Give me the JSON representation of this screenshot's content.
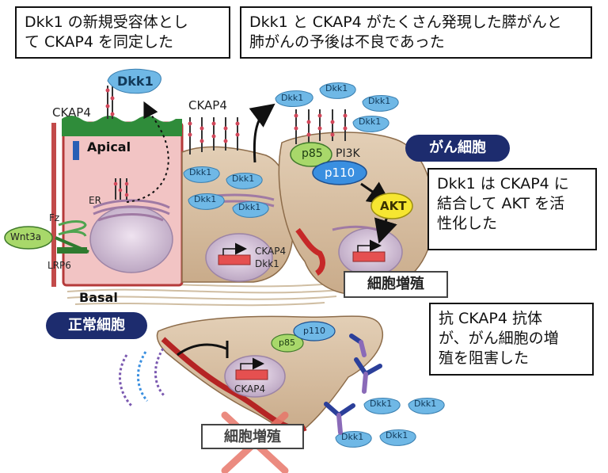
{
  "callouts": {
    "top_left": "Dkk1 の新規受容体とし\nて CKAP4 を同定した",
    "top_right": "Dkk1 と CKAP4 がたくさん発現した膵がんと\n肺がんの予後は不良であった",
    "mid_right": "Dkk1 は CKAP4 に\n結合して AKT を活\n性化した",
    "bottom_right": "抗 CKAP4 抗体\nが、がん細胞の増\n殖を阻害した"
  },
  "badges": {
    "cancer_cell": "がん細胞",
    "normal_cell": "正常細胞"
  },
  "tags": {
    "proliferation_1": "細胞増殖",
    "proliferation_2": "細胞増殖"
  },
  "diagram": {
    "ckap4_left": "CKAP4",
    "ckap4_mid": "CKAP4",
    "apical": "Apical",
    "basal": "Basal",
    "er": "ER",
    "fz": "Fz",
    "wnt3a": "Wnt3a",
    "lrp6": "LRP6",
    "dkk1_big": "Dkk1",
    "dkk1": "Dkk1",
    "p85": "p85",
    "pi3k": "PI3K",
    "p110": "p110",
    "akt": "AKT",
    "gene_ckap4": "CKAP4",
    "gene_dkk1": "Dkk1",
    "gene_ckap4_bottom": "CKAP4"
  },
  "colors": {
    "navy": "#1d2c6e",
    "normal_cell": "#f2c4c4",
    "cancer_cell": "#d8c2a6",
    "membrane_green": "#2f8c3a",
    "dkk1_blue": "#6fb8e6",
    "akt_yellow": "#f6e631",
    "p85_green": "#a8d86a",
    "cross_red": "#e8776a"
  }
}
